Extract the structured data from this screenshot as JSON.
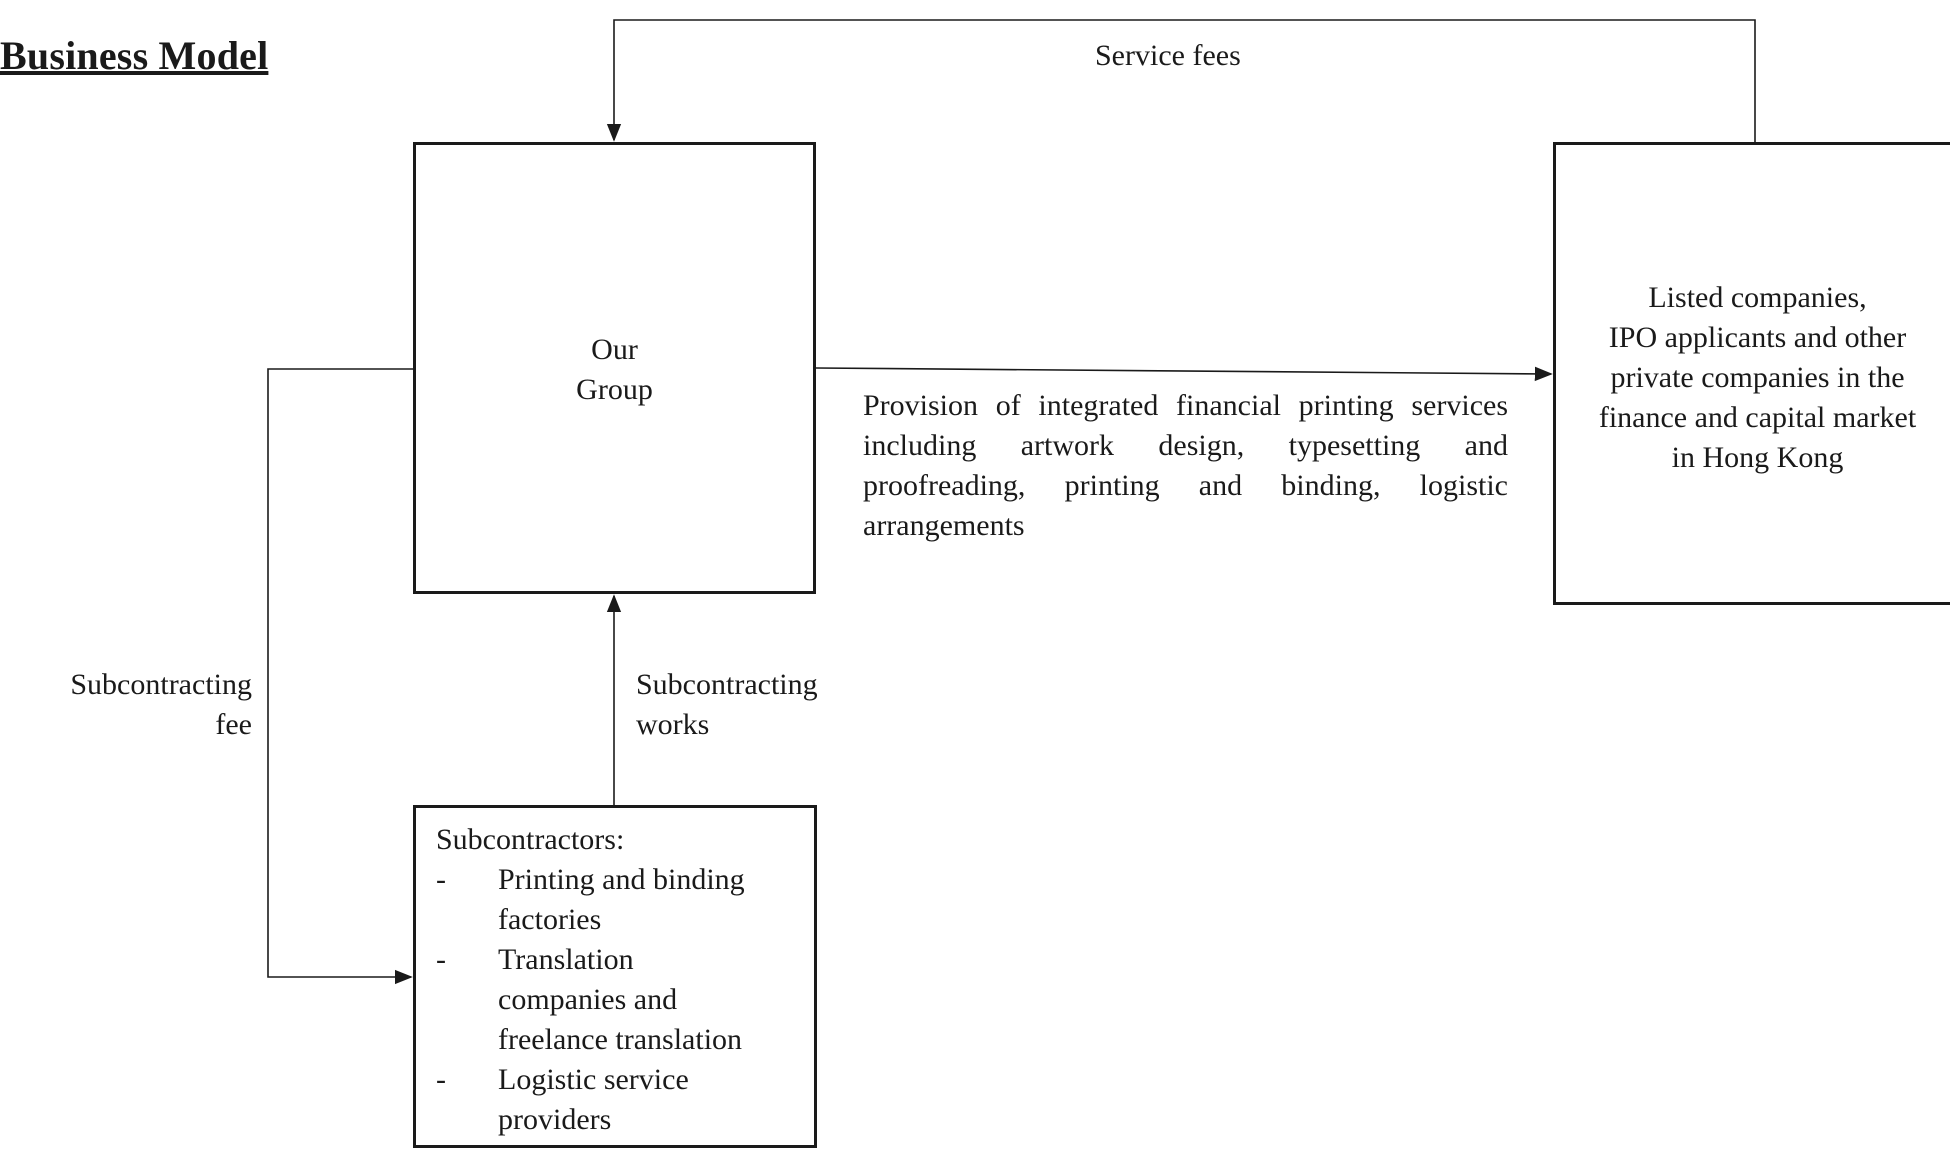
{
  "title": "Business Model",
  "nodes": {
    "group": {
      "label_lines": [
        "Our",
        "Group"
      ]
    },
    "clients": {
      "label_lines": [
        "Listed companies,",
        "IPO applicants and other",
        "private companies in the",
        "finance and capital market",
        "in Hong Kong"
      ]
    },
    "subcontractors": {
      "heading": "Subcontractors:",
      "items": [
        {
          "dash": "-",
          "lines": [
            "Printing and binding",
            "factories"
          ]
        },
        {
          "dash": "-",
          "lines": [
            "Translation",
            "companies and",
            "freelance translation"
          ]
        },
        {
          "dash": "-",
          "lines": [
            "Logistic service",
            "providers"
          ]
        }
      ]
    }
  },
  "edges": {
    "service_fees": "Service fees",
    "provision": "Provision of integrated financial printing services including artwork design, typesetting and proofreading, printing and binding, logistic arrangements",
    "subcontracting_fee_lines": [
      "Subcontracting",
      "fee"
    ],
    "subcontracting_works_lines": [
      "Subcontracting",
      "works"
    ]
  }
}
